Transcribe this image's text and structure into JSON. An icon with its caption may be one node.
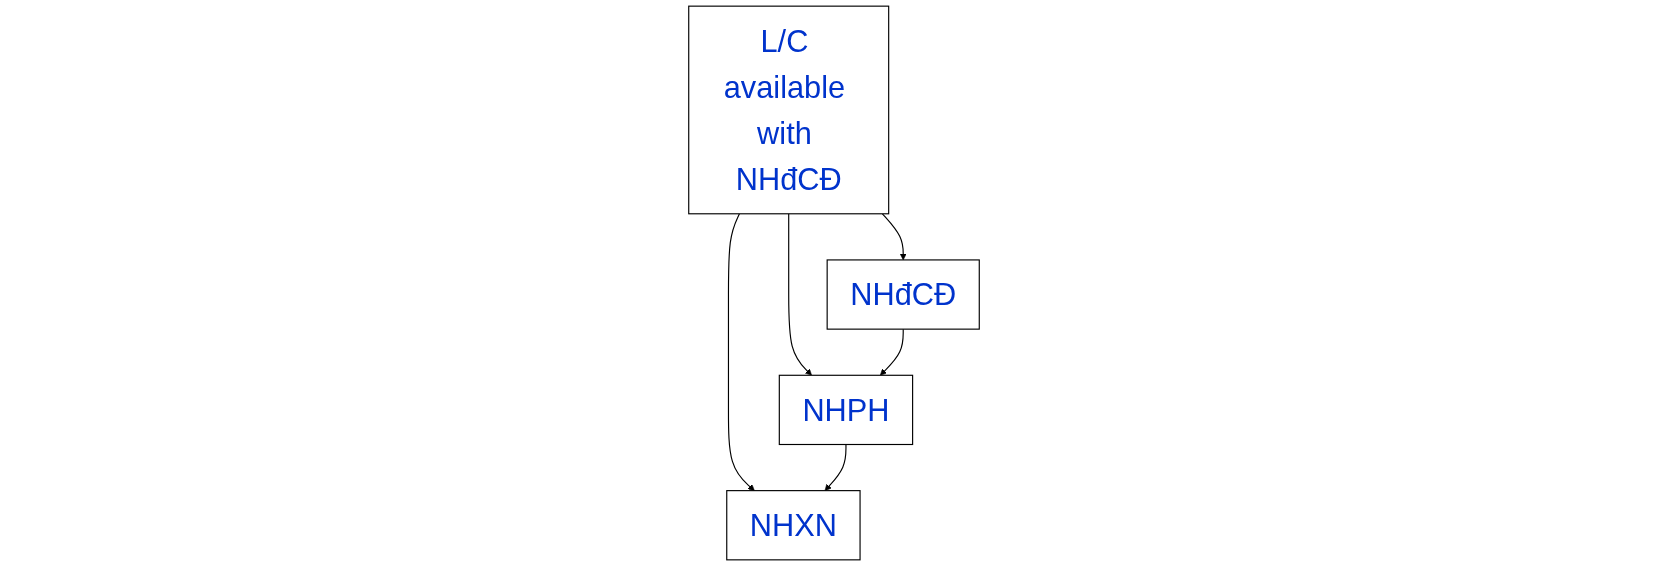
{
  "diagram": {
    "nodes": [
      {
        "text": [
          "L/C available with NHđCĐ"
        ]
      },
      {
        "text": [
          "NHđCĐ"
        ]
      },
      {
        "text": [
          "NHPH"
        ]
      },
      {
        "text": [
          "NHXN"
        ]
      }
    ],
    "edges": [
      {
        "from": 0,
        "to": 1,
        "arrow": "to"
      },
      {
        "from": 0,
        "to": 2,
        "arrow": "to"
      },
      {
        "from": 0,
        "to": 3,
        "arrow": "to"
      },
      {
        "from": 1,
        "to": 2,
        "arrow": "to"
      },
      {
        "from": 2,
        "to": 3,
        "arrow": "to"
      }
    ]
  }
}
